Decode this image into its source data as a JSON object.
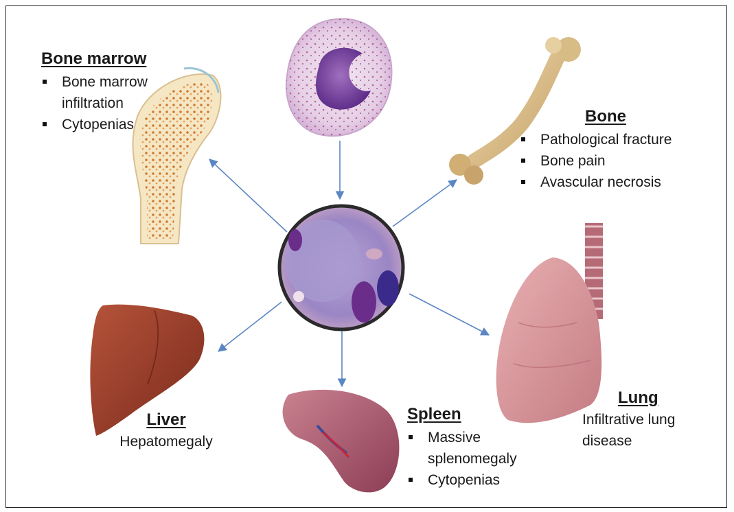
{
  "diagram": {
    "nodes": [
      {
        "id": "bone-marrow",
        "title": "Bone marrow",
        "bullets": [
          "Bone marrow infiltration",
          "Cytopenias"
        ]
      },
      {
        "id": "bone",
        "title": "Bone",
        "bullets": [
          "Pathological fracture",
          "Bone pain",
          "Avascular necrosis"
        ]
      },
      {
        "id": "lung",
        "title": "Lung",
        "lines": [
          "Infiltrative lung",
          "disease"
        ]
      },
      {
        "id": "spleen",
        "title": "Spleen",
        "bullets": [
          "Massive splenomegaly",
          "Cytopenias"
        ]
      },
      {
        "id": "liver",
        "title": "Liver",
        "lines": [
          "Hepatomegaly"
        ]
      }
    ],
    "images": [
      "cell-illustration",
      "micrograph",
      "bone-marrow-illustration",
      "femur-bone-illustration",
      "lung-illustration",
      "spleen-illustration",
      "liver-illustration"
    ],
    "colors": {
      "arrow": "#5b86c4",
      "title_text": "#1a1a1a",
      "micrograph_border": "#2a2a2a"
    }
  }
}
